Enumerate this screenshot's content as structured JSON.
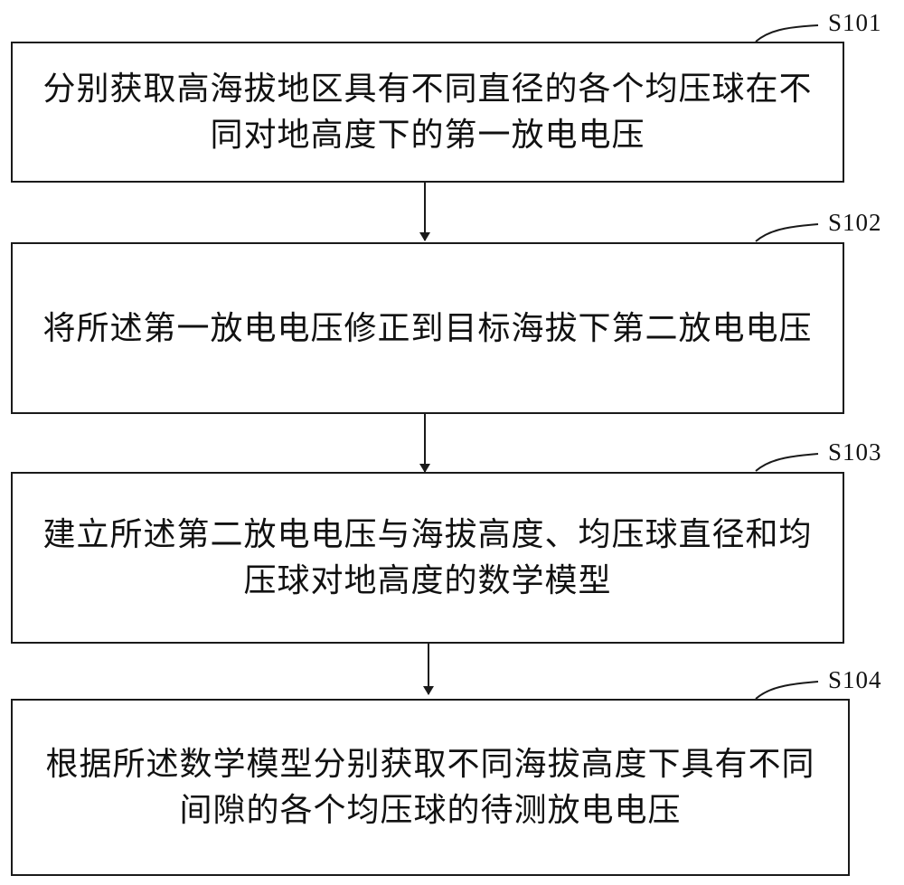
{
  "flowchart": {
    "steps": [
      {
        "label": "S101",
        "text": "分别获取高海拔地区具有不同直径的各个均压球在不\n同对地高度下的第一放电电压"
      },
      {
        "label": "S102",
        "text": "将所述第一放电电压修正到目标海拔下第二放电电压"
      },
      {
        "label": "S103",
        "text": "建立所述第二放电电压与海拔高度、均压球直径和均\n压球对地高度的数学模型"
      },
      {
        "label": "S104",
        "text": "根据所述数学模型分别获取不同海拔高度下具有不同\n间隙的各个均压球的待测放电电压"
      }
    ]
  }
}
